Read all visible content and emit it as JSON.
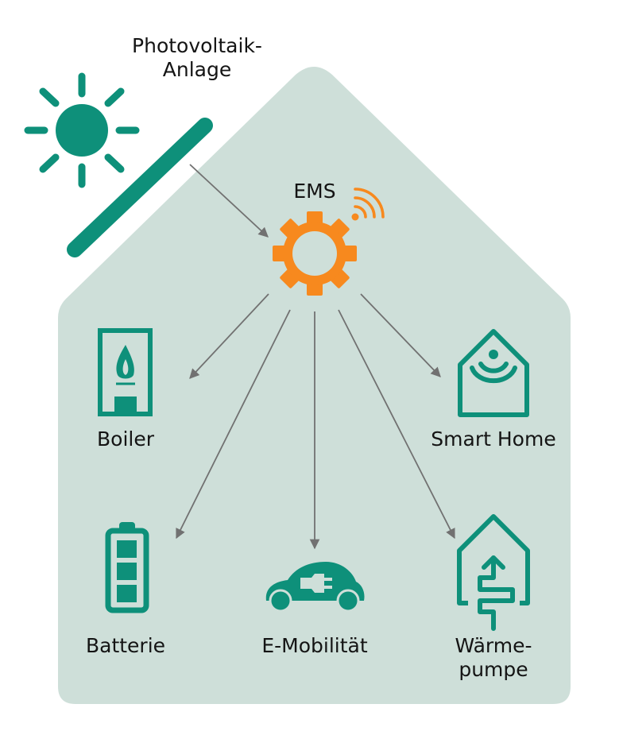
{
  "title": "Energiemanagementsystem im Haus",
  "colors": {
    "house_fill": "#cedfd9",
    "icon_green": "#0e907a",
    "ems_orange": "#f7891e",
    "arrow_gray": "#717171",
    "text": "#141414"
  },
  "source": {
    "label_line1": "Photovoltaik-",
    "label_line2": "Anlage",
    "icons": [
      "sun-icon",
      "solar-panel-icon"
    ]
  },
  "hub": {
    "label": "EMS",
    "icons": [
      "gear-icon",
      "wifi-signal-icon"
    ]
  },
  "nodes": [
    {
      "id": "boiler",
      "label": "Boiler",
      "icon": "boiler-flame-icon"
    },
    {
      "id": "smart-home",
      "label": "Smart Home",
      "icon": "smart-home-icon"
    },
    {
      "id": "batterie",
      "label": "Batterie",
      "icon": "battery-icon"
    },
    {
      "id": "e-mobilitaet",
      "label": "E-Mobilität",
      "icon": "electric-car-icon"
    },
    {
      "id": "waermepumpe",
      "label_line1": "Wärme-",
      "label_line2": "pumpe",
      "icon": "heat-pump-icon"
    }
  ],
  "edges": [
    {
      "from": "Photovoltaik-Anlage",
      "to": "EMS"
    },
    {
      "from": "EMS",
      "to": "Boiler"
    },
    {
      "from": "EMS",
      "to": "Batterie"
    },
    {
      "from": "EMS",
      "to": "E-Mobilität"
    },
    {
      "from": "EMS",
      "to": "Wärmepumpe"
    },
    {
      "from": "EMS",
      "to": "Smart Home"
    }
  ]
}
